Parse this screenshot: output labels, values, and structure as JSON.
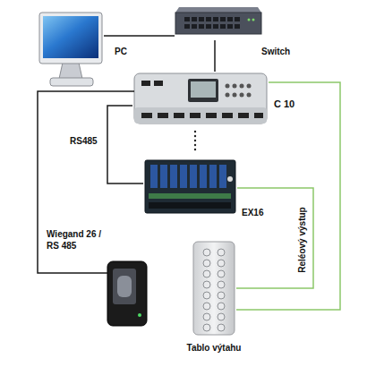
{
  "diagram": {
    "nodes": [
      {
        "text": [
          "PC"
        ]
      },
      {
        "text": [
          "Switch"
        ]
      },
      {
        "text": [
          "C 10"
        ]
      },
      {
        "text": [
          "EX16"
        ]
      },
      {
        "text": [
          "Tablo výtahu"
        ]
      }
    ],
    "edges": [
      {
        "from": 0,
        "to": 1,
        "arrow": "none"
      },
      {
        "from": 1,
        "to": 2,
        "arrow": "none"
      },
      {
        "from": 2,
        "to": 3,
        "label": "RS485",
        "arrow": "none"
      },
      {
        "from": 3,
        "to": 4,
        "label": "Reléový výstup",
        "arrow": "none"
      },
      {
        "from": 2,
        "to": 4,
        "arrow": "none"
      }
    ],
    "labels": [
      "Wiegand 26 / RS 485"
    ]
  }
}
